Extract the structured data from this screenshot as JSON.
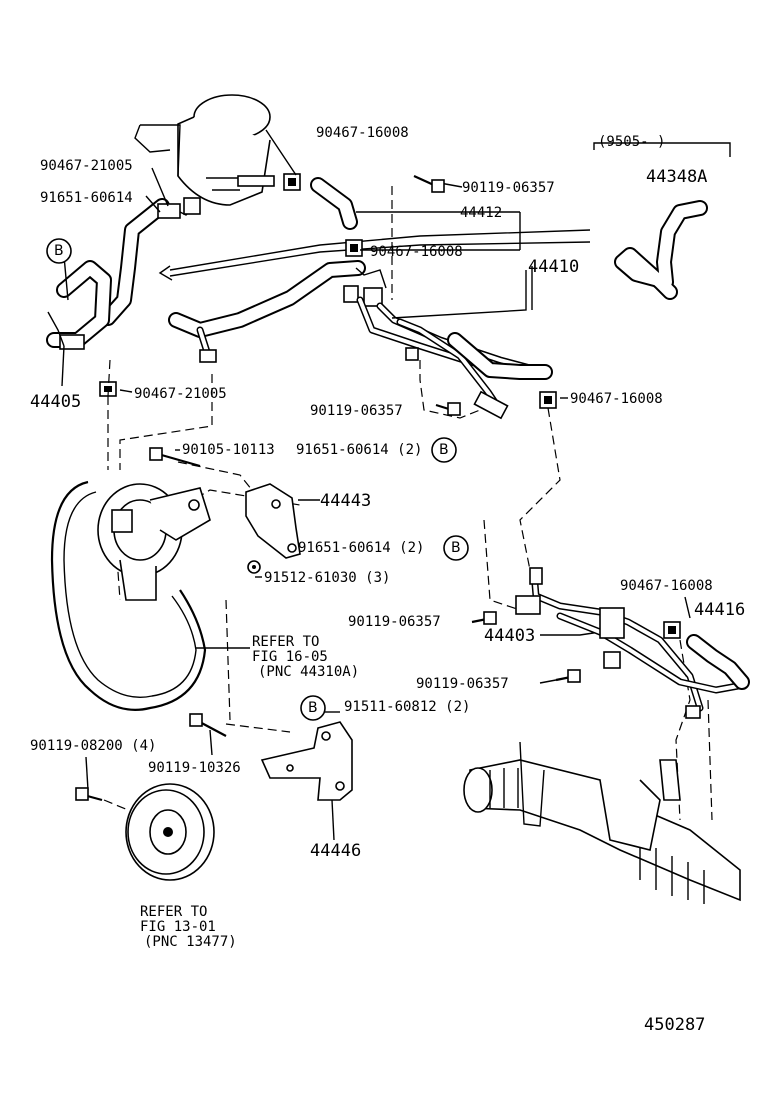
{
  "diagram": {
    "figure_id": "450287",
    "date_range": "(9505-      )",
    "labels": {
      "p90467_16008_top": "90467-16008",
      "p90467_21005_top": "90467-21005",
      "p91651_60614_top": "91651-60614",
      "p90119_06357_top": "90119-06357",
      "p44412": "44412",
      "p90467_16008_mid": "90467-16008",
      "p44410": "44410",
      "p44348A": "44348A",
      "p44405": "44405",
      "p90467_21005_mid": "90467-21005",
      "p90119_06357_mid": "90119-06357",
      "p90467_16008_right": "90467-16008",
      "p90105_10113": "90105-10113",
      "p91651_60614_2a": "91651-60614 (2)",
      "p44443": "44443",
      "p91651_60614_2b": "91651-60614 (2)",
      "p91512_61030": "91512-61030 (3)",
      "p90467_16008_low": "90467-16008",
      "p44416": "44416",
      "p90119_06357_low1": "90119-06357",
      "p44403": "44403",
      "p90119_06357_low2": "90119-06357",
      "refer_fig_16_05_l1": "REFER TO",
      "refer_fig_16_05_l2": "FIG 16-05",
      "refer_fig_16_05_l3": "(PNC 44310A)",
      "p91511_60812": "91511-60812 (2)",
      "p90119_08200": "90119-08200 (4)",
      "p90119_10326": "90119-10326",
      "p44446": "44446",
      "refer_fig_13_01_l1": "REFER TO",
      "refer_fig_13_01_l2": "FIG 13-01",
      "refer_fig_13_01_l3": "(PNC 13477)"
    },
    "markers": {
      "b": "B"
    }
  }
}
